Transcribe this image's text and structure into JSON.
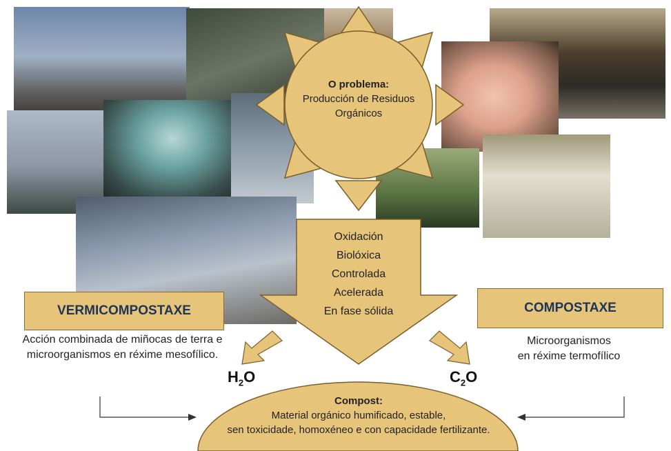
{
  "sun": {
    "title": "O problema:",
    "line1": "Producción de Residuos",
    "line2": "Orgánicos"
  },
  "process": {
    "lines": [
      "Oxidación",
      "Biolóxica",
      "Controlada",
      "Acelerada",
      "En fase sólida"
    ]
  },
  "vermi": {
    "label": "VERMICOMPOSTAXE",
    "desc1": "Acción combinada de miñocas de terra e",
    "desc2": "microorganismos en réxime mesofílico."
  },
  "compost_box": {
    "label": "COMPOSTAXE",
    "desc1": "Microorganismos",
    "desc2": "en réxime termofílico"
  },
  "formulas": {
    "left_main": "H",
    "left_sub": "2",
    "left_end": "O",
    "right_main": "C",
    "right_sub": "2",
    "right_end": "O"
  },
  "result": {
    "title": "Compost:",
    "line1": "Material orgánico humificado, estable,",
    "line2": "sen toxicidade, homoxéneo e con capacidade fertilizante."
  },
  "colors": {
    "gold": "#e6c47a",
    "gold_border": "#8a6a30",
    "heading_blue": "#1d3557"
  },
  "photos": [
    "factory-photo",
    "industrial-photo",
    "tank-photo",
    "pig-photo",
    "barn-photo",
    "cows-photo",
    "chickens-photo",
    "compost-pile-photo",
    "power-plant-photo"
  ]
}
